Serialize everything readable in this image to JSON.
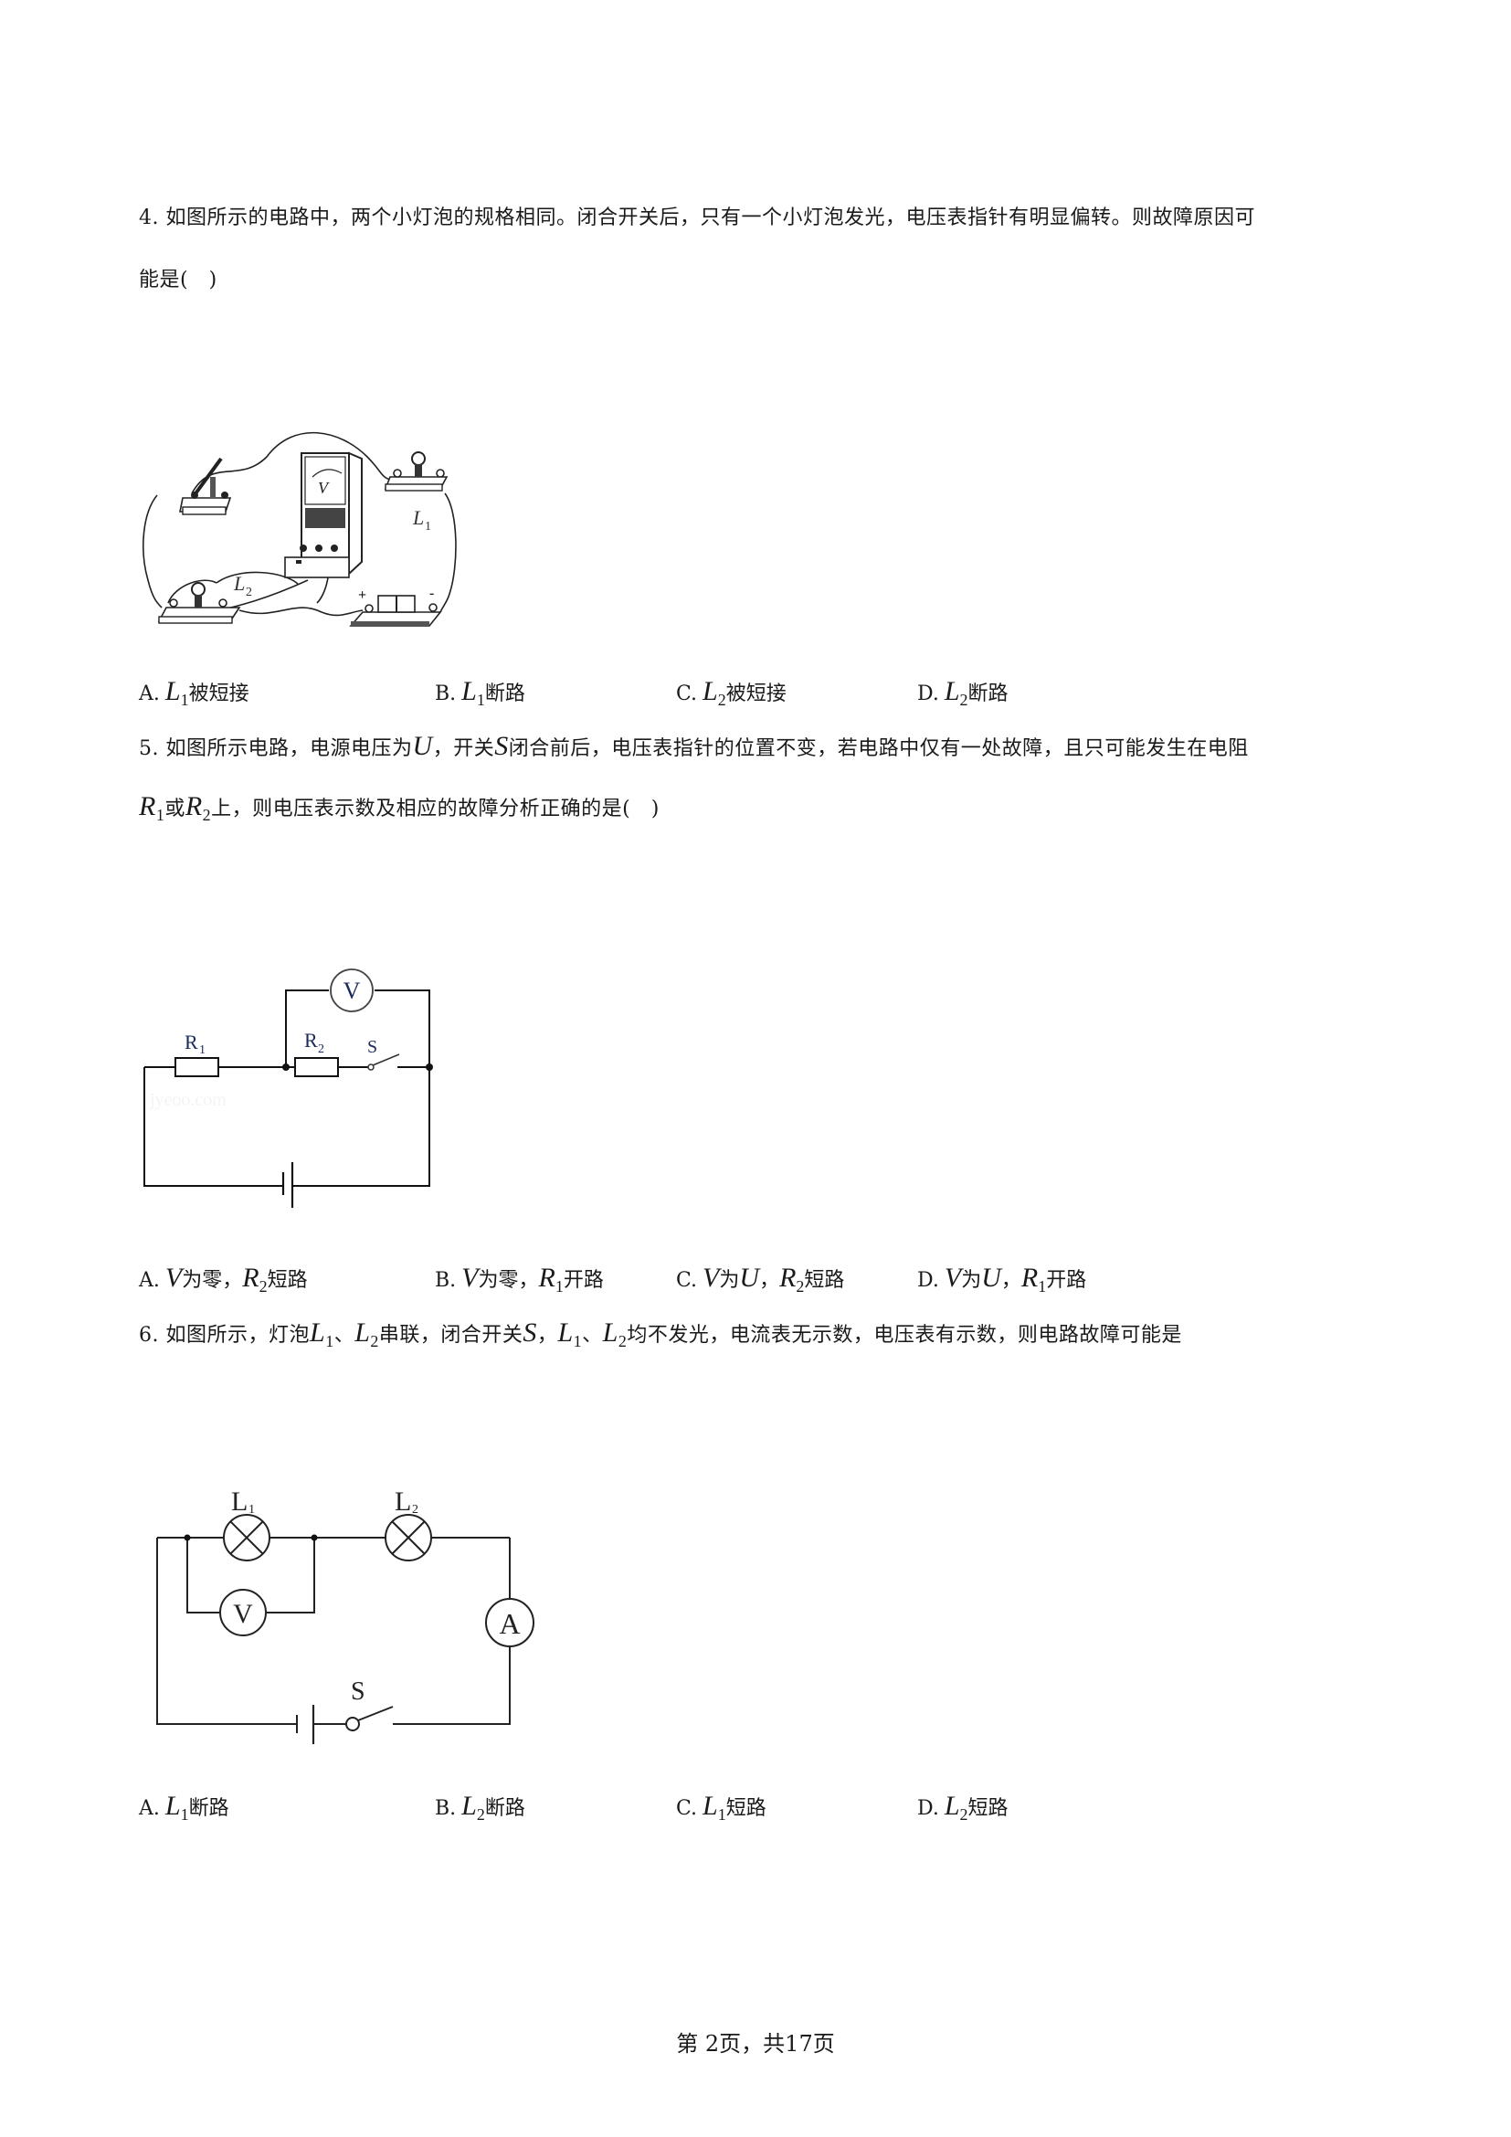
{
  "page": {
    "footer": "第 2页，共17页"
  },
  "questions": [
    {
      "number": "4.",
      "line1": "如图所示的电路中，两个小灯泡的规格相同。闭合开关后，只有一个小灯泡发光，电压表指针有明显偏转。则故障原因可",
      "line2": "能是(　)",
      "figure": {
        "labels": {
          "lamp1": "L",
          "lamp1_sub": "1",
          "lamp2": "L",
          "lamp2_sub": "2",
          "meter": "V",
          "plus": "+",
          "minus": "-"
        }
      },
      "options": [
        {
          "letter": "A.",
          "var": "L",
          "sub": "1",
          "text": "被短接"
        },
        {
          "letter": "B.",
          "var": "L",
          "sub": "1",
          "text": "断路"
        },
        {
          "letter": "C.",
          "var": "L",
          "sub": "2",
          "text": "被短接"
        },
        {
          "letter": "D.",
          "var": "L",
          "sub": "2",
          "text": "断路"
        }
      ]
    },
    {
      "number": "5.",
      "line1_a": "如图所示电路，电源电压为",
      "line1_var1": "U",
      "line1_b": "，开关",
      "line1_var2": "S",
      "line1_c": "闭合前后，电压表指针的位置不变，若电路中仅有一处故障，且只可能发生在电阻",
      "line2_var1": "R",
      "line2_sub1": "1",
      "line2_a": "或",
      "line2_var2": "R",
      "line2_sub2": "2",
      "line2_b": "上，则电压表示数及相应的故障分析正确的是(　)",
      "figure": {
        "labels": {
          "r1": "R",
          "r1_sub": "1",
          "r2": "R",
          "r2_sub": "2",
          "switch": "S",
          "meter": "V",
          "watermark": "jyeoo.com"
        }
      },
      "options": [
        {
          "letter": "A.",
          "meter": "V",
          "reading": "为零，",
          "var": "R",
          "sub": "2",
          "text": "短路"
        },
        {
          "letter": "B.",
          "meter": "V",
          "reading": "为零，",
          "var": "R",
          "sub": "1",
          "text": "开路"
        },
        {
          "letter": "C.",
          "meter": "V",
          "reading": "为",
          "reading_var": "U",
          "reading_sep": "，",
          "var": "R",
          "sub": "2",
          "text": "短路"
        },
        {
          "letter": "D.",
          "meter": "V",
          "reading": "为",
          "reading_var": "U",
          "reading_sep": "，",
          "var": "R",
          "sub": "1",
          "text": "开路"
        }
      ]
    },
    {
      "number": "6.",
      "line1_a": "如图所示，灯泡",
      "var1": "L",
      "sub1": "1",
      "sep1": "、",
      "var2": "L",
      "sub2": "2",
      "line1_b": "串联，闭合开关",
      "var3": "S",
      "sep2": "，",
      "var4": "L",
      "sub4": "1",
      "sep3": "、",
      "var5": "L",
      "sub5": "2",
      "line1_c": "均不发光，电流表无示数，电压表有示数，则电路故障可能是",
      "figure": {
        "labels": {
          "lamp1": "L",
          "lamp1_sub": "1",
          "lamp2": "L",
          "lamp2_sub": "2",
          "voltmeter": "V",
          "ammeter": "A",
          "switch": "S"
        }
      },
      "options": [
        {
          "letter": "A.",
          "var": "L",
          "sub": "1",
          "text": "断路"
        },
        {
          "letter": "B.",
          "var": "L",
          "sub": "2",
          "text": "断路"
        },
        {
          "letter": "C.",
          "var": "L",
          "sub": "1",
          "text": "短路"
        },
        {
          "letter": "D.",
          "var": "L",
          "sub": "2",
          "text": "短路"
        }
      ]
    }
  ]
}
